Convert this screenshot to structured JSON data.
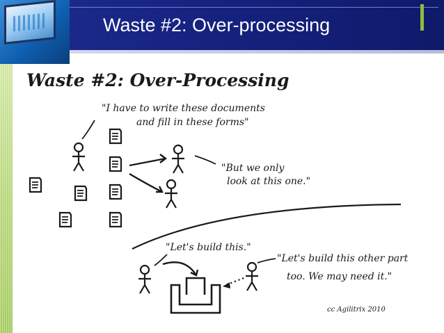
{
  "slide": {
    "title": "Waste #2: Over-processing"
  },
  "sketch": {
    "heading": "Waste #2: Over-Processing",
    "quote_forms_line1": "\"I have to write these documents",
    "quote_forms_line2": "and fill in these forms\"",
    "quote_only_one_line1": "\"But we only",
    "quote_only_one_line2": "look at this one.\"",
    "quote_build_this": "\"Let's build this.\"",
    "quote_other_part_line1": "\"Let's build this other part",
    "quote_other_part_line2": "too. We may need it.\"",
    "credit": "cc Agilitrix 2010"
  },
  "colors": {
    "header_bg": "#1c2b8f",
    "accent": "#8cbf3a",
    "ink": "#1a1a1a"
  }
}
